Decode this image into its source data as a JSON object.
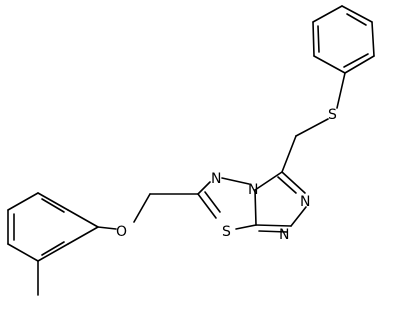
{
  "molecule": {
    "atom_labels": {
      "oxygen": "O",
      "sulfur_thioether": "S",
      "sulfur_ring": "S",
      "nitrogen_top": "N",
      "nitrogen_bridge": "N",
      "nitrogen_right_upper": "N",
      "nitrogen_right_lower": "N"
    },
    "colors": {
      "bond": "#000000",
      "label": "#000000",
      "background": "#ffffff"
    }
  }
}
